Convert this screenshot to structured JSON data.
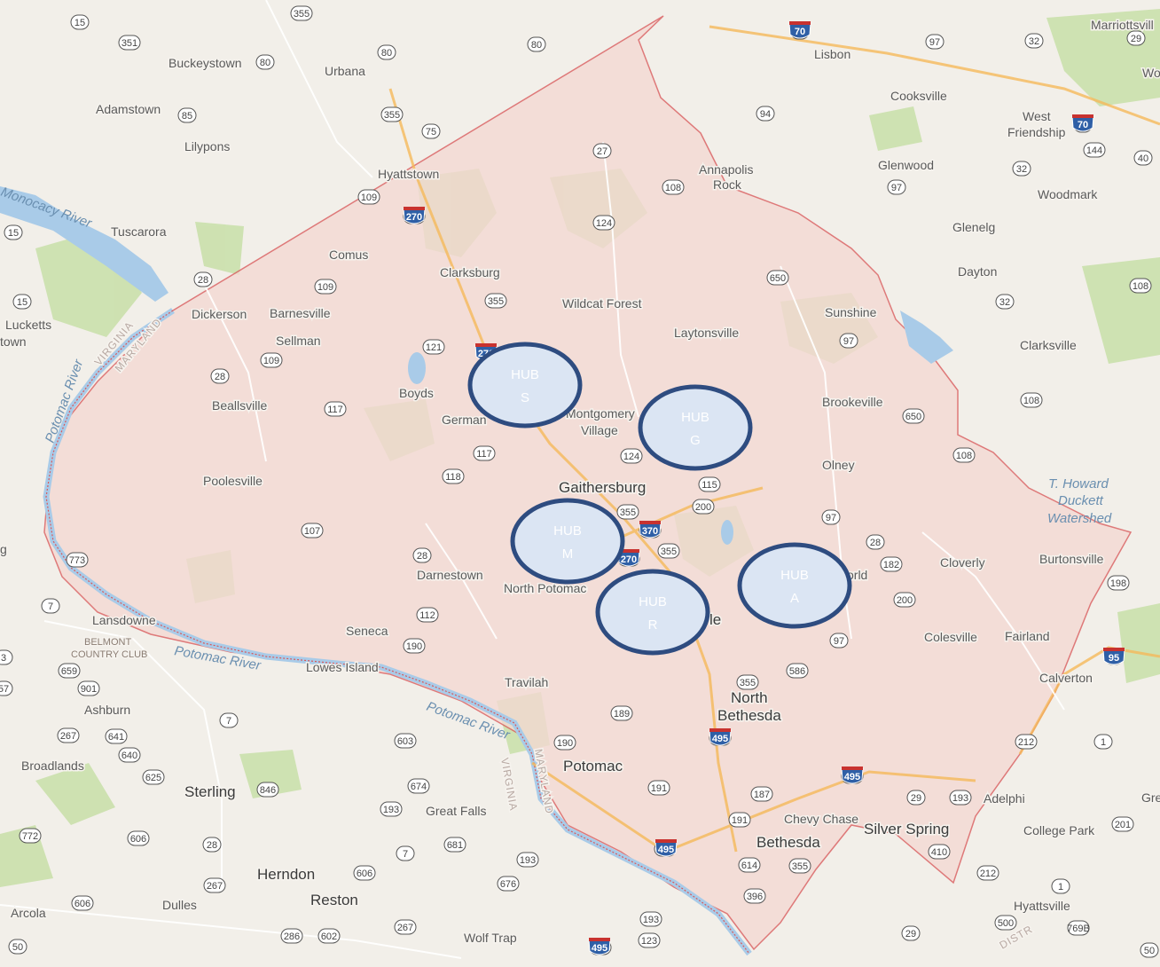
{
  "places": [
    {
      "name": "Buckeystown",
      "cls": ""
    },
    {
      "name": "Urbana",
      "cls": ""
    },
    {
      "name": "Adamstown",
      "cls": ""
    },
    {
      "name": "Lilypons",
      "cls": ""
    },
    {
      "name": "Hyattstown",
      "cls": ""
    },
    {
      "name": "Tuscarora",
      "cls": ""
    },
    {
      "name": "Comus",
      "cls": ""
    },
    {
      "name": "Clarksburg",
      "cls": ""
    },
    {
      "name": "Lucketts",
      "cls": ""
    },
    {
      "name": "town",
      "cls": ""
    },
    {
      "name": "Dickerson",
      "cls": ""
    },
    {
      "name": "Barnesville",
      "cls": ""
    },
    {
      "name": "Sellman",
      "cls": ""
    },
    {
      "name": "Wildcat Forest",
      "cls": ""
    },
    {
      "name": "Laytonsville",
      "cls": ""
    },
    {
      "name": "Boyds",
      "cls": ""
    },
    {
      "name": "Beallsville",
      "cls": ""
    },
    {
      "name": "German",
      "cls": ""
    },
    {
      "name": "Montgomery",
      "cls": ""
    },
    {
      "name": "Village",
      "cls": ""
    },
    {
      "name": "Poolesville",
      "cls": ""
    },
    {
      "name": "Gaithersburg",
      "cls": "big"
    },
    {
      "name": "Darnestown",
      "cls": ""
    },
    {
      "name": "North Potomac",
      "cls": ""
    },
    {
      "name": "Lansdowne",
      "cls": ""
    },
    {
      "name": "Seneca",
      "cls": ""
    },
    {
      "name": "Lowes Island",
      "cls": ""
    },
    {
      "name": "Travilah",
      "cls": ""
    },
    {
      "name": "Ashburn",
      "cls": ""
    },
    {
      "name": "North",
      "cls": "big"
    },
    {
      "name": "Bethesda",
      "cls": "big"
    },
    {
      "name": "Potomac",
      "cls": "big"
    },
    {
      "name": "Broadlands",
      "cls": ""
    },
    {
      "name": "Sterling",
      "cls": "big"
    },
    {
      "name": "Great Falls",
      "cls": ""
    },
    {
      "name": "Chevy Chase",
      "cls": ""
    },
    {
      "name": "Bethesda",
      "cls": "big"
    },
    {
      "name": "Silver Spring",
      "cls": "big"
    },
    {
      "name": "Herndon",
      "cls": "big"
    },
    {
      "name": "Reston",
      "cls": "big"
    },
    {
      "name": "Arcola",
      "cls": ""
    },
    {
      "name": "Dulles",
      "cls": ""
    },
    {
      "name": "Wolf Trap",
      "cls": ""
    },
    {
      "name": "Lisbon",
      "cls": ""
    },
    {
      "name": "Marriottsvill",
      "cls": ""
    },
    {
      "name": "Cooksville",
      "cls": ""
    },
    {
      "name": "West",
      "cls": ""
    },
    {
      "name": "Friendship",
      "cls": ""
    },
    {
      "name": "Annapolis",
      "cls": ""
    },
    {
      "name": "Rock",
      "cls": ""
    },
    {
      "name": "Glenwood",
      "cls": ""
    },
    {
      "name": "Woodmark",
      "cls": ""
    },
    {
      "name": "Glenelg",
      "cls": ""
    },
    {
      "name": "Dayton",
      "cls": ""
    },
    {
      "name": "Sunshine",
      "cls": ""
    },
    {
      "name": "Clarksville",
      "cls": ""
    },
    {
      "name": "Brookeville",
      "cls": ""
    },
    {
      "name": "Olney",
      "cls": ""
    },
    {
      "name": "Cloverly",
      "cls": ""
    },
    {
      "name": "Burtonsville",
      "cls": ""
    },
    {
      "name": "orld",
      "cls": ""
    },
    {
      "name": "le",
      "cls": "big"
    },
    {
      "name": "Colesville",
      "cls": ""
    },
    {
      "name": "Fairland",
      "cls": ""
    },
    {
      "name": "Calverton",
      "cls": ""
    },
    {
      "name": "Adelphi",
      "cls": ""
    },
    {
      "name": "College Park",
      "cls": ""
    },
    {
      "name": "Hyattsville",
      "cls": ""
    },
    {
      "name": "Gre",
      "cls": ""
    },
    {
      "name": "Wo",
      "cls": ""
    },
    {
      "name": "g",
      "cls": ""
    }
  ],
  "small_labels": [
    "BELMONT",
    "COUNTRY CLUB",
    "VIRGINIA",
    "MARYLAND",
    "VIRGINIA",
    "MARYLAND",
    "DISTR"
  ],
  "water_labels": [
    "Potomac River",
    "Monocacy River",
    "T. Howard",
    "Duckett",
    "Watershed",
    "Potomac River",
    "Potomac River"
  ],
  "route_shields": [
    "15",
    "355",
    "351",
    "80",
    "80",
    "80",
    "85",
    "355",
    "75",
    "27",
    "108",
    "124",
    "109",
    "270",
    "15",
    "28",
    "109",
    "355",
    "650",
    "15",
    "121",
    "109",
    "28",
    "117",
    "117",
    "118",
    "355",
    "124",
    "115",
    "200",
    "107",
    "28",
    "370",
    "355",
    "270",
    "773",
    "7",
    "112",
    "190",
    "659",
    "901",
    "7",
    "189",
    "190",
    "603",
    "267",
    "641",
    "640",
    "625",
    "846",
    "674",
    "193",
    "681",
    "7",
    "772",
    "606",
    "28",
    "267",
    "606",
    "193",
    "676",
    "606",
    "286",
    "602",
    "267",
    "193",
    "495",
    "123",
    "495",
    "191",
    "187",
    "191",
    "614",
    "355",
    "396",
    "586",
    "97",
    "355",
    "270",
    "495",
    "29",
    "193",
    "410",
    "212",
    "1",
    "29",
    "500",
    "769B",
    "50",
    "50",
    "70",
    "97",
    "32",
    "94",
    "32",
    "97",
    "70",
    "144",
    "40",
    "108",
    "32",
    "97",
    "108",
    "650",
    "108",
    "97",
    "28",
    "182",
    "198",
    "200",
    "95",
    "212",
    "1",
    "201",
    "29",
    "3",
    "57"
  ],
  "interstate_labels": [
    "70",
    "70",
    "270",
    "270",
    "370",
    "270",
    "495",
    "495",
    "495",
    "95",
    "495"
  ],
  "hubs": [
    {
      "line1": "HUB",
      "line2": "S"
    },
    {
      "line1": "HUB",
      "line2": "G"
    },
    {
      "line1": "HUB",
      "line2": "M"
    },
    {
      "line1": "HUB",
      "line2": "R"
    },
    {
      "line1": "HUB",
      "line2": "A"
    }
  ],
  "colors": {
    "land": "#f2efe9",
    "county_fill": "#f4d8d2",
    "county_border": "#d9585a",
    "park": "#c8dfa8",
    "water": "#a9cbe8",
    "hub_fill": "#dbe5f3",
    "hub_stroke": "#2e4c80"
  }
}
